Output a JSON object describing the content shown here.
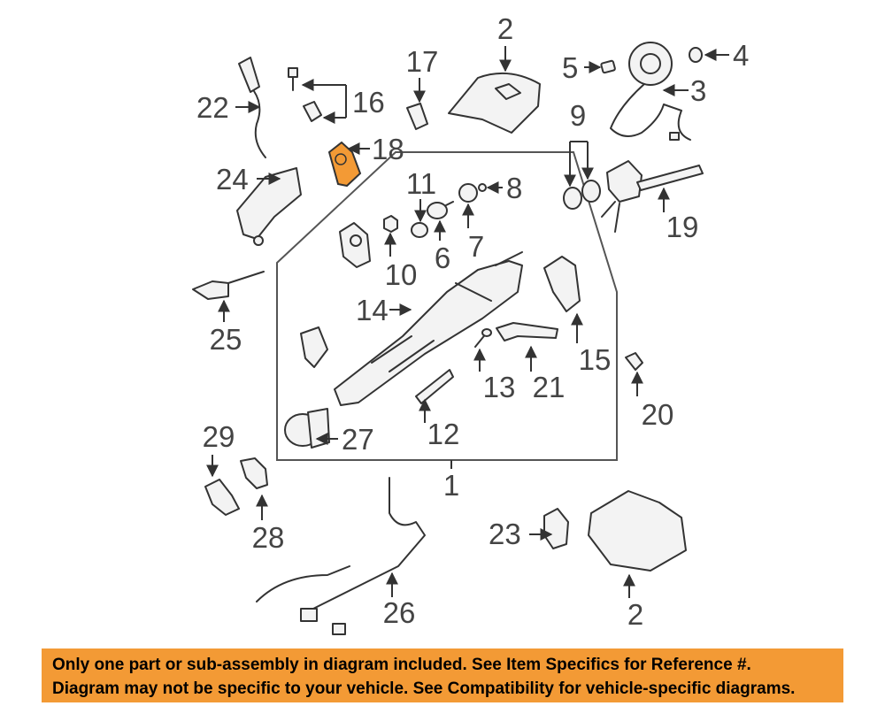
{
  "diagram": {
    "labels": {
      "l1": "1",
      "l2a": "2",
      "l2b": "2",
      "l3": "3",
      "l4": "4",
      "l5": "5",
      "l6": "6",
      "l7": "7",
      "l8": "8",
      "l9": "9",
      "l10": "10",
      "l11": "11",
      "l12": "12",
      "l13": "13",
      "l14": "14",
      "l15": "15",
      "l16": "16",
      "l17": "17",
      "l18": "18",
      "l19": "19",
      "l20": "20",
      "l21": "21",
      "l22": "22",
      "l23": "23",
      "l24": "24",
      "l25": "25",
      "l26": "26",
      "l27": "27",
      "l28": "28",
      "l29": "29"
    },
    "highlight_color": "#f39a35"
  },
  "banner": {
    "line1": "Only one part or sub-assembly in diagram included. See Item Specifics for Reference #.",
    "line2": "Diagram may not be specific to your vehicle. See Compatibility for vehicle-specific diagrams.",
    "background": "#f39a35"
  }
}
